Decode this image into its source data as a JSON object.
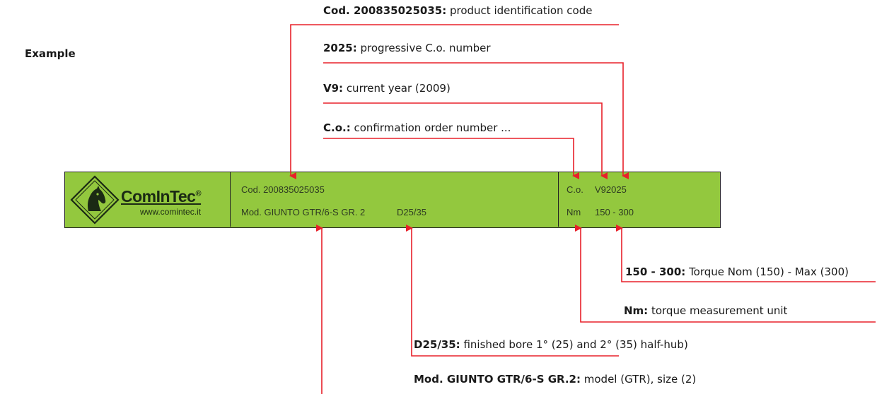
{
  "example_heading": "Example",
  "label": {
    "brand": "ComInTec",
    "brand_mark": "®",
    "website": "www.comintec.it",
    "logo_icon": "horse-head-diamond-icon",
    "background_color": "#93c83e",
    "code_line": "Cod. 200835025035",
    "model_line": "Mod. GIUNTO GTR/6-S GR. 2",
    "bore": "D25/35",
    "co_label": "C.o.",
    "co_value": "V92025",
    "nm_label": "Nm",
    "nm_value": "150 - 300"
  },
  "annotations": {
    "cod": {
      "key": "Cod. 200835025035:",
      "desc": " product identification code"
    },
    "progressive": {
      "key": "2025:",
      "desc": " progressive C.o. number"
    },
    "year": {
      "key": "V9:",
      "desc": " current year (2009)"
    },
    "co": {
      "key": "C.o.:",
      "desc": " confirmation order number ..."
    },
    "torque": {
      "key": "150 - 300:",
      "desc": " Torque Nom (150) - Max (300)"
    },
    "unit": {
      "key": "Nm:",
      "desc": " torque measurement unit"
    },
    "bore": {
      "key": "D25/35:",
      "desc": " finished bore 1° (25) and 2° (35) half-hub)"
    },
    "model": {
      "key": "Mod. GIUNTO GTR/6-S GR.2:",
      "desc": " model (GTR), size (2)"
    }
  },
  "arrow_color": "#e8202a"
}
